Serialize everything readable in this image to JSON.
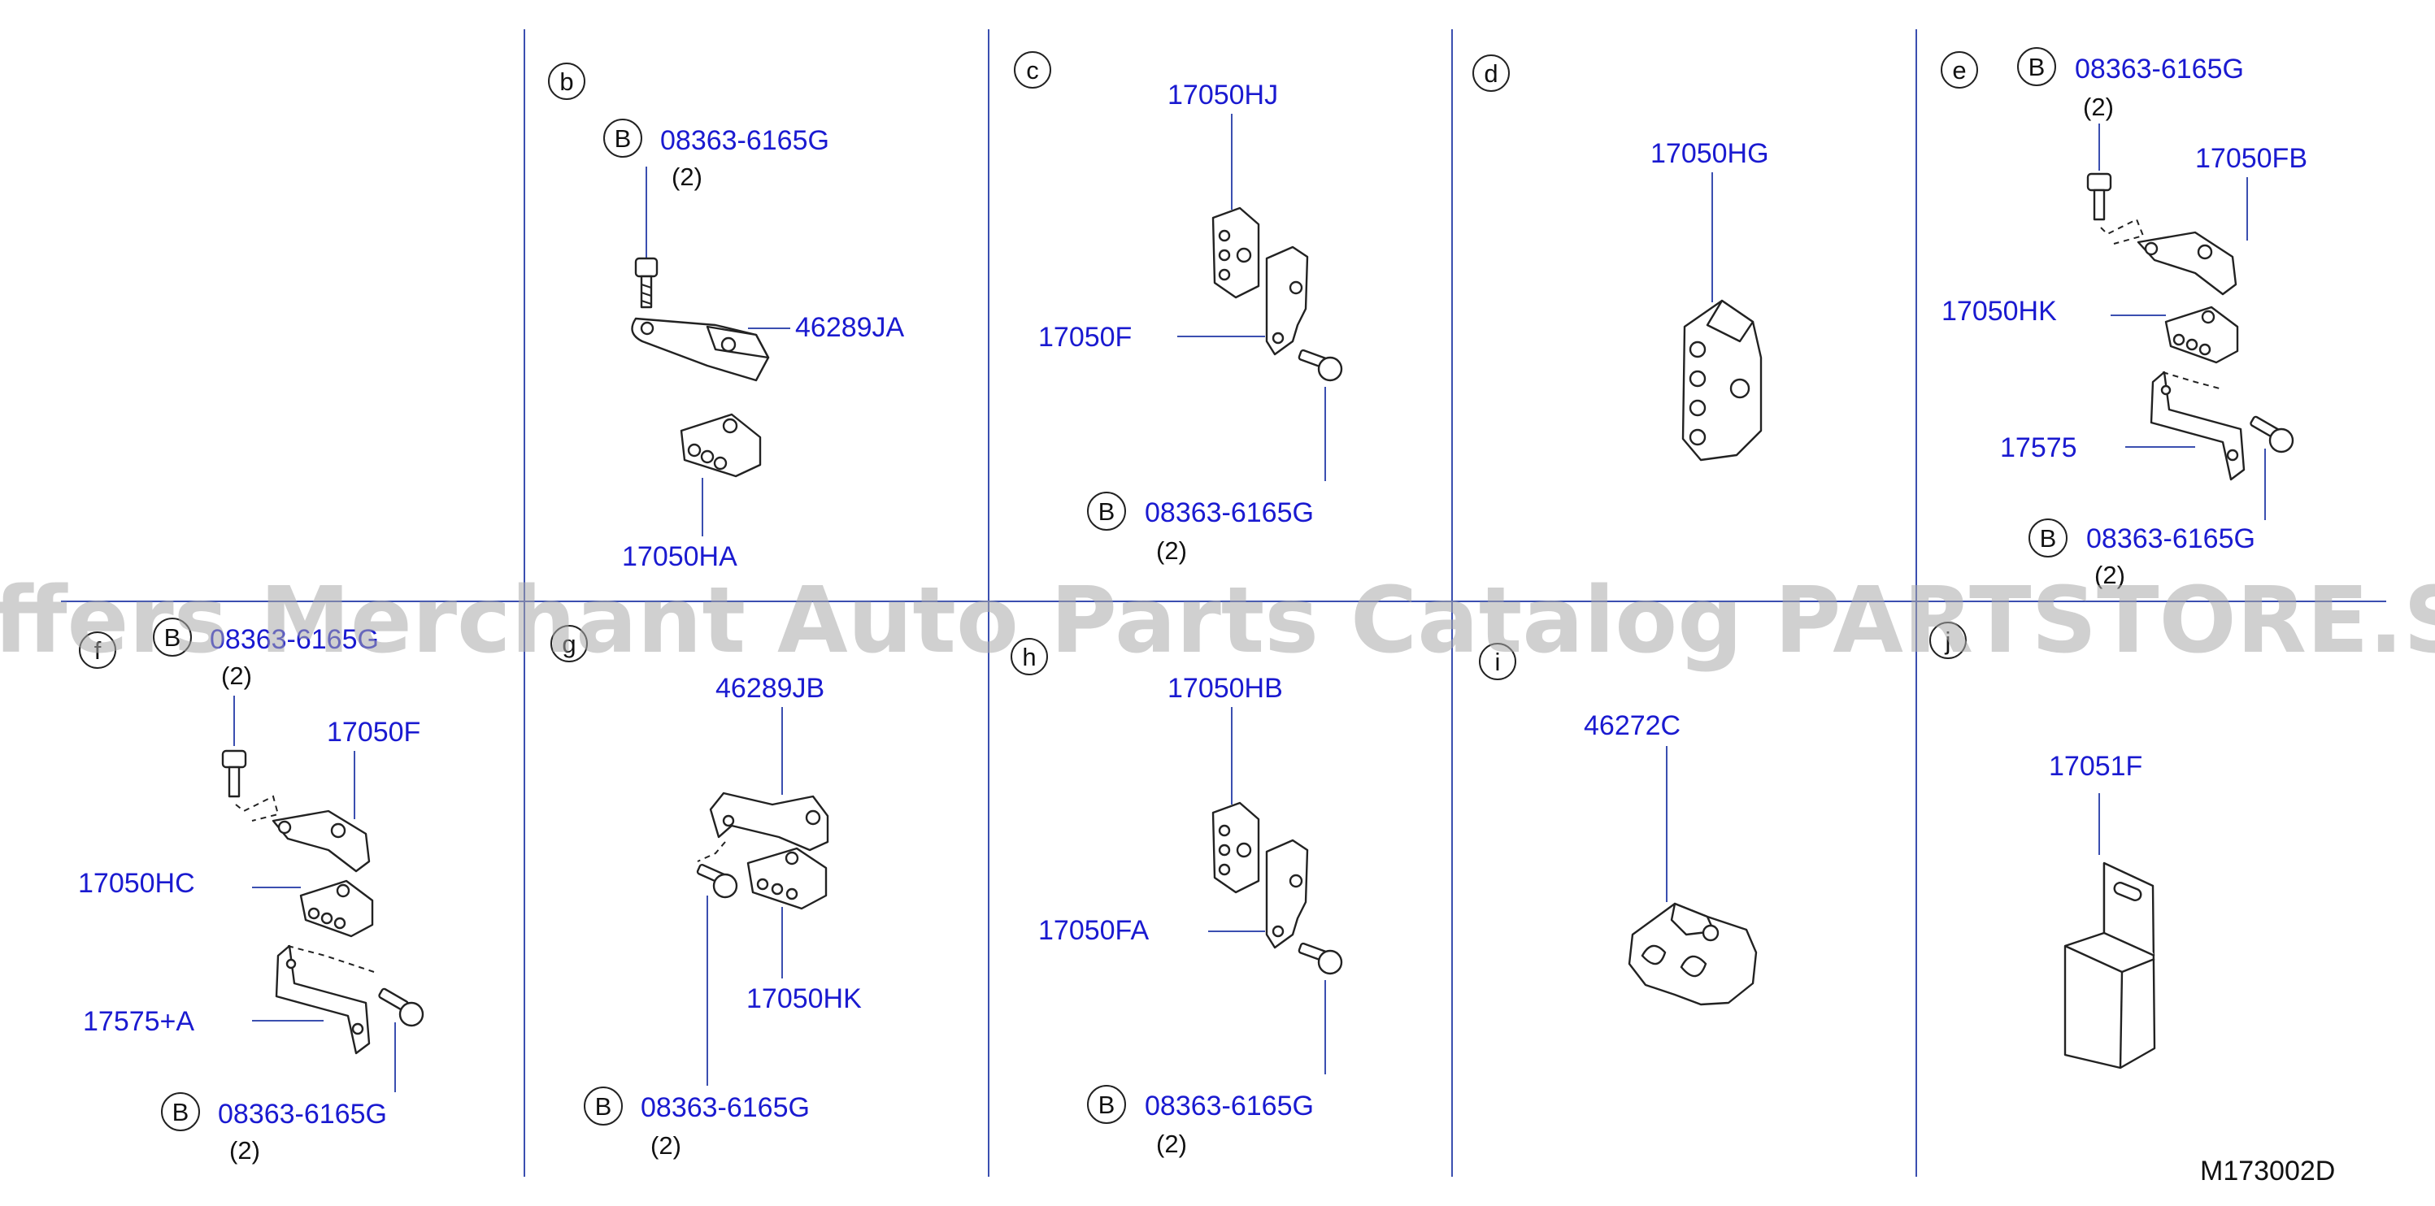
{
  "catalog_code": "M173002D",
  "watermark": "Offers Merchant Auto Parts Catalog PARTSTORE.SA",
  "bolt_letter": "B",
  "panels": {
    "b": {
      "letter": "b",
      "parts": {
        "bolt": "08363-6165G",
        "bolt_qty": "(2)",
        "bracket": "46289JA",
        "clamp": "17050HA"
      }
    },
    "c": {
      "letter": "c",
      "parts": {
        "clamp": "17050HJ",
        "bracket": "17050F",
        "bolt": "08363-6165G",
        "bolt_qty": "(2)"
      }
    },
    "d": {
      "letter": "d",
      "parts": {
        "clamp": "17050HG"
      }
    },
    "e": {
      "letter": "e",
      "parts": {
        "bolt": "08363-6165G",
        "bolt_qty": "(2)",
        "bracket": "17050FB",
        "clamp": "17050HK",
        "bracket2": "17575",
        "bolt2": "08363-6165G",
        "bolt2_qty": "(2)"
      }
    },
    "f": {
      "letter": "f",
      "parts": {
        "bolt": "08363-6165G",
        "bolt_qty": "(2)",
        "bracket": "17050F",
        "clamp": "17050HC",
        "bracket2": "17575+A",
        "bolt2": "08363-6165G",
        "bolt2_qty": "(2)"
      }
    },
    "g": {
      "letter": "g",
      "parts": {
        "bracket": "46289JB",
        "clamp": "17050HK",
        "bolt": "08363-6165G",
        "bolt_qty": "(2)"
      }
    },
    "h": {
      "letter": "h",
      "parts": {
        "clamp": "17050HB",
        "bracket": "17050FA",
        "bolt": "08363-6165G",
        "bolt_qty": "(2)"
      }
    },
    "i": {
      "letter": "i",
      "parts": {
        "clamp": "46272C"
      }
    },
    "j": {
      "letter": "j",
      "parts": {
        "bracket": "17051F"
      }
    }
  },
  "colors": {
    "part_number": "#1a1ad0",
    "grid": "#3b4fb0",
    "line_art": "#222222",
    "watermark": "#aaaaaa"
  }
}
